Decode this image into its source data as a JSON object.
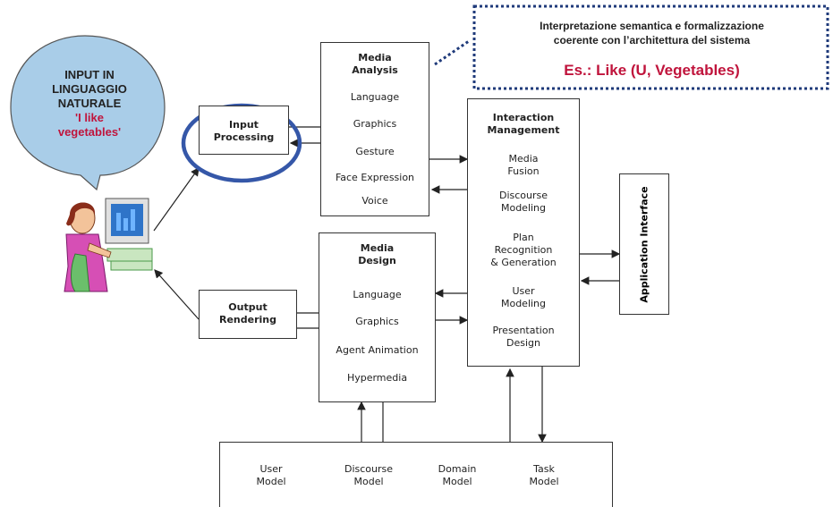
{
  "bubble": {
    "line1": "INPUT IN",
    "line2": "LINGUAGGIO",
    "line3": "NATURALE",
    "quote1": "'I like",
    "quote2": "vegetables'",
    "fill_color": "#a9cde8",
    "quote_color": "#c0143c"
  },
  "callout": {
    "line1": "Interpretazione semantica e formalizzazione",
    "line2": "coerente con l’architettura del sistema",
    "example": "Es.: Like (U, Vegetables)",
    "example_color": "#c0143c"
  },
  "input_processing": {
    "line1": "Input",
    "line2": "Processing",
    "highlight_color": "#3557a8"
  },
  "output_rendering": {
    "line1": "Output",
    "line2": "Rendering"
  },
  "media_analysis": {
    "title1": "Media",
    "title2": "Analysis",
    "items": [
      "Language",
      "Graphics",
      "Gesture",
      "Face Expression",
      "Voice"
    ]
  },
  "media_design": {
    "title1": "Media",
    "title2": "Design",
    "items": [
      "Language",
      "Graphics",
      "Agent Animation",
      "Hypermedia"
    ]
  },
  "interaction_management": {
    "title1": "Interaction",
    "title2": "Management",
    "items": [
      [
        "Media",
        "Fusion"
      ],
      [
        "Discourse",
        "Modeling"
      ],
      [
        "Plan",
        "Recognition",
        "& Generation"
      ],
      [
        "User",
        "Modeling"
      ],
      [
        "Presentation",
        "Design"
      ]
    ]
  },
  "application_interface": {
    "label": "Application Interface"
  },
  "models": [
    [
      "User",
      "Model"
    ],
    [
      "Discourse",
      "Model"
    ],
    [
      "Domain",
      "Model"
    ],
    [
      "Task",
      "Model"
    ]
  ]
}
